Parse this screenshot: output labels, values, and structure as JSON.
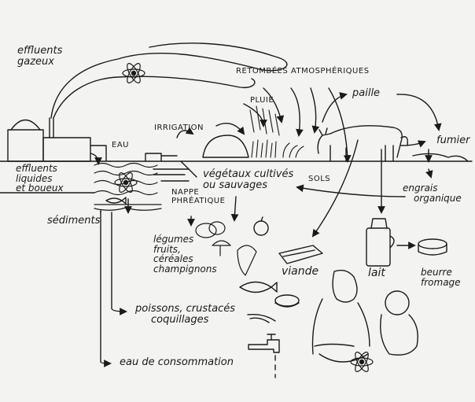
{
  "labels": {
    "effluents_gazeux": [
      "effluents",
      "gazeux"
    ],
    "retombees": "RETOMBÉES ATMOSPHÉRIQUES",
    "pluie": "PLUIE",
    "paille": "paille",
    "irrigation": "IRRIGATION",
    "eau": "EAU",
    "fumier": "fumier",
    "effluents_liquides": [
      "effluents",
      "liquides",
      "et boueux"
    ],
    "vegetaux": [
      "végétaux cultivés",
      "ou sauvages"
    ],
    "sols": "SOLS",
    "engrais": [
      "engrais",
      "organique"
    ],
    "nappe": [
      "NAPPE",
      "PHRÉATIQUE"
    ],
    "sediments": "sédiments",
    "legumes": [
      "légumes",
      "fruits,",
      "céréales",
      "champignons"
    ],
    "viande": "viande",
    "lait": "lait",
    "beurre": [
      "beurre",
      "fromage"
    ],
    "poissons": [
      "poissons, crustacés",
      "coquillages"
    ],
    "eau_conso": "eau de consommation"
  },
  "colors": {
    "ink": "#1a1a1a",
    "paper": "#f3f3f1"
  },
  "icons": [
    "atom-icon",
    "power-plant-icon",
    "cow-icon",
    "apple-icon",
    "faucet-icon",
    "fish-icon",
    "milk-can-icon",
    "cheese-icon",
    "meat-icon"
  ]
}
